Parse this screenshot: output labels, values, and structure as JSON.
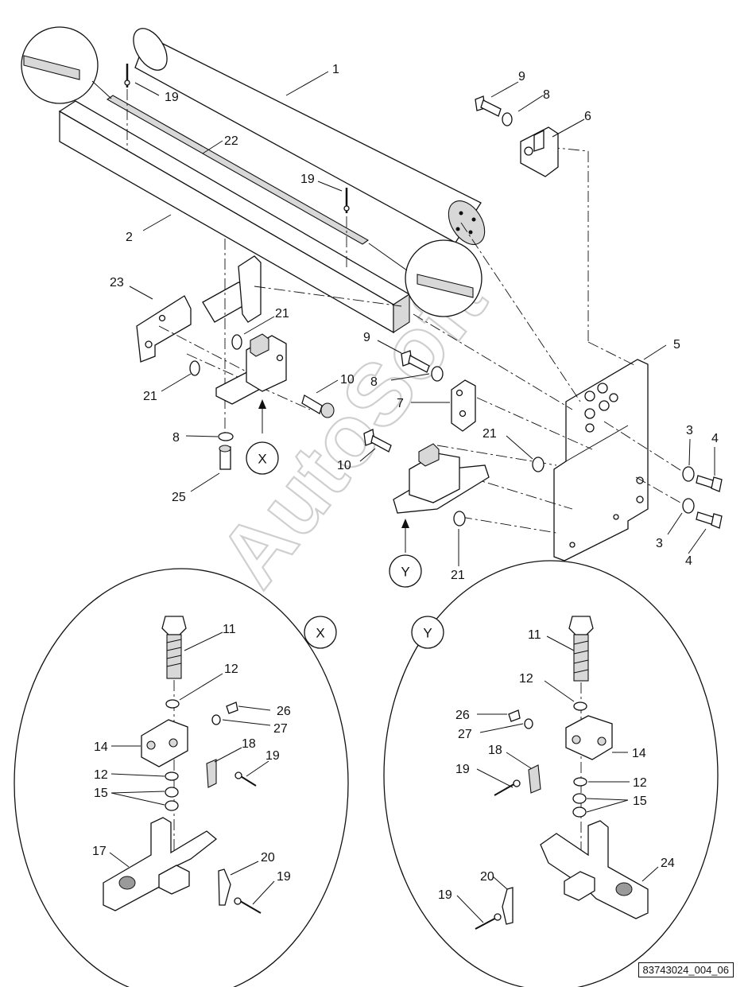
{
  "reference_code": "83743024_004_06",
  "watermark": "AutoSoft",
  "detail_callouts": {
    "x": "X",
    "y": "Y"
  },
  "part_numbers": {
    "n1": "1",
    "n2": "2",
    "n3": "3",
    "n4": "4",
    "n5": "5",
    "n6": "6",
    "n7": "7",
    "n8": "8",
    "n9": "9",
    "n10": "10",
    "n11": "11",
    "n12": "12",
    "n14": "14",
    "n15": "15",
    "n17": "17",
    "n18": "18",
    "n19": "19",
    "n20": "20",
    "n21": "21",
    "n22": "22",
    "n23": "23",
    "n24": "24",
    "n25": "25",
    "n26": "26",
    "n27": "27"
  }
}
